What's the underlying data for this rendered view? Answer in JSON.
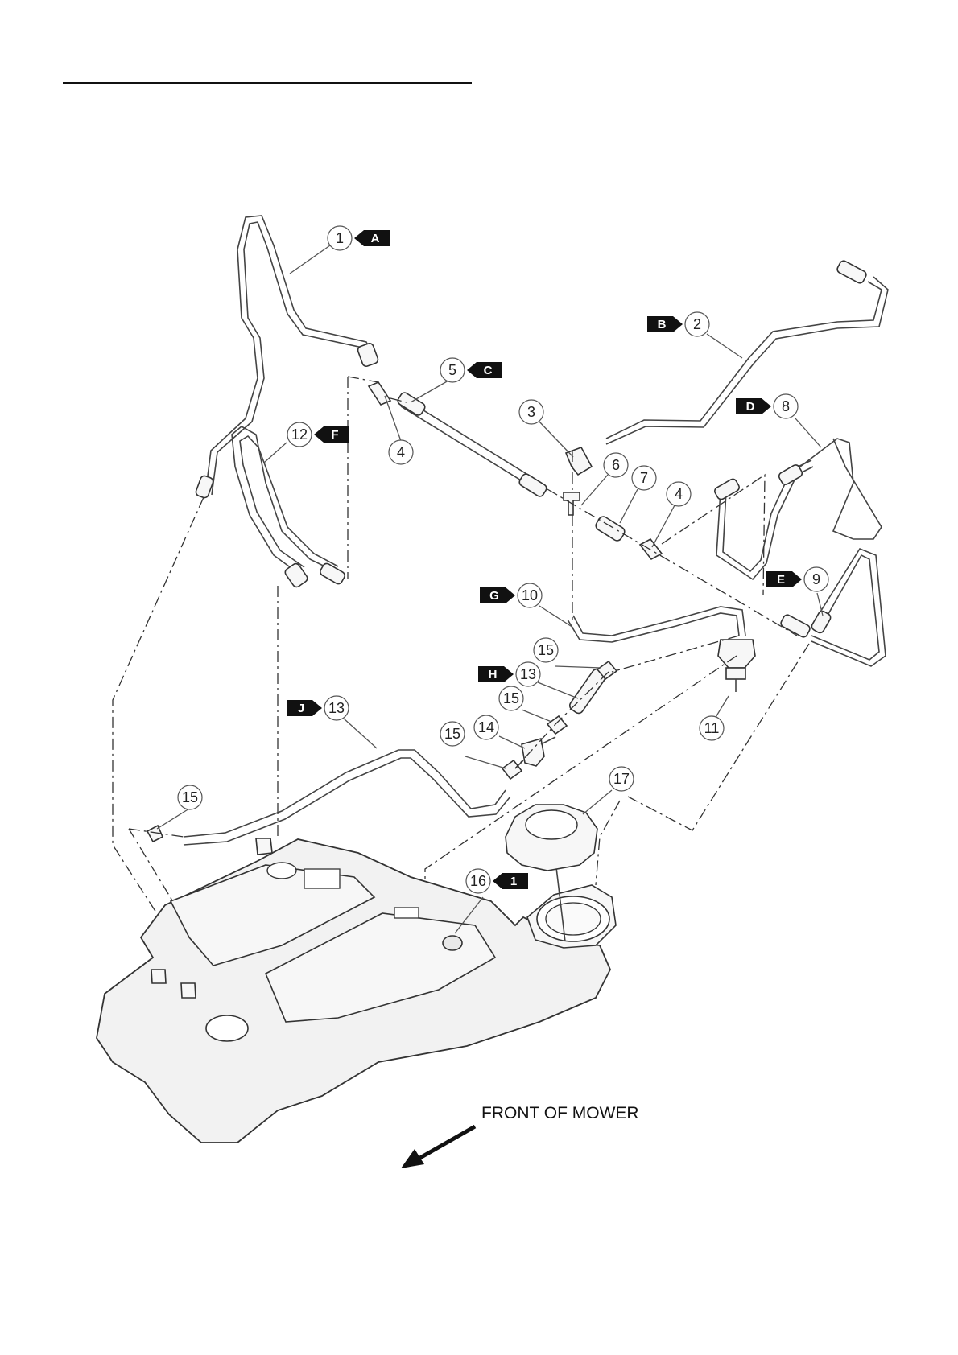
{
  "front_label": "FRONT OF MOWER",
  "callouts": [
    {
      "id": "c1",
      "number": "1",
      "tag": "A"
    },
    {
      "id": "c2",
      "number": "2",
      "tag": "B"
    },
    {
      "id": "c3",
      "number": "3",
      "tag": ""
    },
    {
      "id": "c4a",
      "number": "4",
      "tag": ""
    },
    {
      "id": "c4b",
      "number": "4",
      "tag": ""
    },
    {
      "id": "c5",
      "number": "5",
      "tag": "C"
    },
    {
      "id": "c6",
      "number": "6",
      "tag": ""
    },
    {
      "id": "c7",
      "number": "7",
      "tag": ""
    },
    {
      "id": "c8",
      "number": "8",
      "tag": "D"
    },
    {
      "id": "c9",
      "number": "9",
      "tag": "E"
    },
    {
      "id": "c10",
      "number": "10",
      "tag": "G"
    },
    {
      "id": "c11",
      "number": "11",
      "tag": ""
    },
    {
      "id": "c12",
      "number": "12",
      "tag": "F"
    },
    {
      "id": "c13a",
      "number": "13",
      "tag": "H"
    },
    {
      "id": "c13b",
      "number": "13",
      "tag": "J"
    },
    {
      "id": "c14",
      "number": "14",
      "tag": ""
    },
    {
      "id": "c15a",
      "number": "15",
      "tag": ""
    },
    {
      "id": "c15b",
      "number": "15",
      "tag": ""
    },
    {
      "id": "c15c",
      "number": "15",
      "tag": ""
    },
    {
      "id": "c15d",
      "number": "15",
      "tag": ""
    },
    {
      "id": "c16",
      "number": "16",
      "tag": "1"
    },
    {
      "id": "c17",
      "number": "17",
      "tag": ""
    }
  ],
  "colors": {
    "line": "#333333",
    "tag_fill": "#111111",
    "background": "#ffffff"
  }
}
